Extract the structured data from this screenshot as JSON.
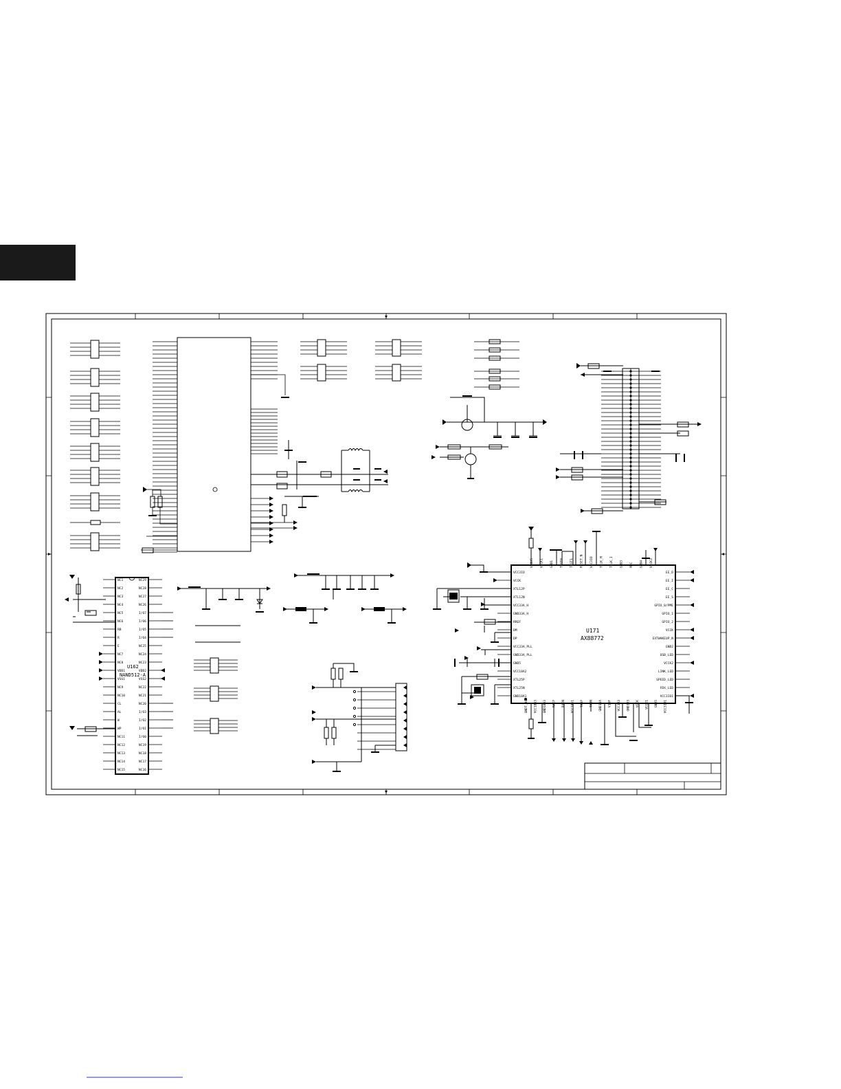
{
  "colors": {
    "ink": "#000000",
    "page": "#ffffff",
    "tab": "#1a1a1a",
    "link": "#3333cc"
  },
  "chips": {
    "u162": {
      "ref": "U162",
      "part": "NAND512-A",
      "left_pins": [
        "NC1",
        "NC2",
        "NC3",
        "NC4",
        "NC5",
        "NC6",
        "RB",
        "R",
        "E",
        "NC7",
        "NC8",
        "VDD1",
        "VSS1",
        "NC9",
        "NC10",
        "CL",
        "AL",
        "W",
        "WP",
        "NC11",
        "NC12",
        "NC13",
        "NC14",
        "NC15"
      ],
      "right_pins": [
        "NC29",
        "NC28",
        "NC27",
        "NC26",
        "I/O7",
        "I/O6",
        "I/O5",
        "I/O4",
        "NC25",
        "NC24",
        "NC23",
        "VDD2",
        "VSS2",
        "NC22",
        "NC21",
        "NC20",
        "I/O3",
        "I/O2",
        "I/O1",
        "I/O0",
        "NC19",
        "NC18",
        "NC17",
        "NC16"
      ]
    },
    "u171": {
      "ref": "U171",
      "part": "AX88772",
      "left_pins": [
        "VCC3IO",
        "VCCK",
        "XTL12P",
        "XTL12N",
        "VCC33A_H",
        "GND33A_H",
        "RREF",
        "DM",
        "DP",
        "VCC33A_PLL",
        "GND33A_PLL",
        "GND5",
        "VCC18A2",
        "XTL25P",
        "XTL25N",
        "GND18A1"
      ],
      "right_pins": [
        "EE_D",
        "EE_I",
        "EE_C",
        "EE_S",
        "GPIO_0/PME",
        "GPIO_1",
        "GPIO_2",
        "VCCK",
        "EXTWAKEUP_N",
        "GND2",
        "USB_LED",
        "VCCK2",
        "LINK_LED",
        "SPEED_LED",
        "FDX_LED",
        "VCC3IO1"
      ],
      "top_pins": [
        "V_BUS",
        "VCCK1",
        "GND1",
        "TEST0",
        "TEST1",
        "RESET_N",
        "VCC3IO",
        "TCLK_M",
        "TCLK_I",
        "GND3",
        "MDC",
        "GND4",
        "VCCK3"
      ],
      "bottom_pins": [
        "GNDT_BG",
        "VCC18A3",
        "GND18A3",
        "RXIP",
        "RXIN",
        "VCC18A1",
        "TXOP",
        "TXON",
        "GND18A",
        "V18F",
        "VCC3R3",
        "GND3R3",
        "VCCK",
        "VCCK1",
        "GND5",
        "VCC3IO1"
      ]
    }
  }
}
